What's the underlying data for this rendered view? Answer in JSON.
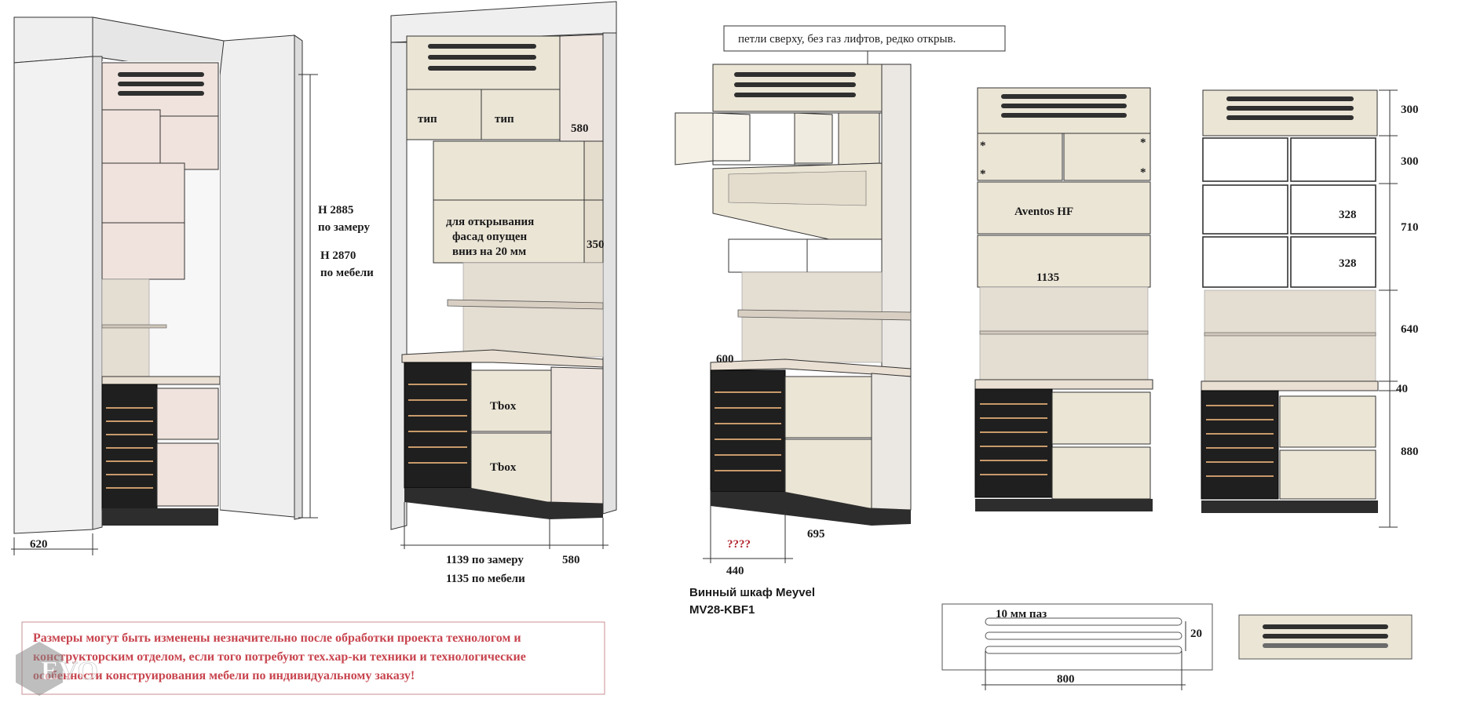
{
  "colors": {
    "facade": "#f0e3dd",
    "facade_dark": "#e2d3cc",
    "panel": "#ebe7e2",
    "panel_side": "#dcd6cf",
    "cream": "#ebe5d6",
    "cream_side": "#ddd6c4",
    "stone": "#e4ddd2",
    "counter": "#e9dfd2",
    "plinth": "#2d2d2d",
    "wine_body": "#1f1f1f",
    "wine_shelf": "#c89a6a",
    "vent": "#2f2f2f",
    "line": "#333333",
    "warning_text": "#c8454f",
    "question": "#b3262f"
  },
  "view1": {
    "dim_width": "620",
    "height_measure": "H 2885",
    "height_measure_note": "по замеру",
    "height_furniture": "H 2870",
    "height_furniture_note": "по мебели"
  },
  "view2": {
    "label_tip_left": "тип",
    "label_tip_right": "тип",
    "dim_580_top": "580",
    "note_line1": "для открывания",
    "note_line2": "фасад опущен",
    "note_line3": "вниз на 20 мм",
    "dim_350": "350",
    "tbox_top": "Tbox",
    "tbox_bottom": "Tbox",
    "dim_measure": "1139 по замеру",
    "dim_furniture": "1135 по мебели",
    "dim_580_bottom": "580"
  },
  "view3": {
    "callout": "петли сверху, без газ лифтов, редко открыв.",
    "dim_600": "600",
    "question_marks": "????",
    "dim_695": "695",
    "dim_440": "440",
    "wine_label_line1": "Винный шкаф Meyvel",
    "wine_label_line2": "MV28-KBF1"
  },
  "view4": {
    "star": "*",
    "aventos_label": "Aventos HF",
    "dim_1135": "1135"
  },
  "view5": {
    "dim_300_a": "300",
    "dim_300_b": "300",
    "dim_710": "710",
    "dim_328_a": "328",
    "dim_328_b": "328",
    "dim_640": "640",
    "dim_40": "40",
    "dim_880": "880"
  },
  "vent_detail": {
    "groove_label": "10 мм паз",
    "dim_20": "20",
    "dim_800": "800"
  },
  "warning": {
    "line1": "Размеры могут быть изменены незначительно после обработки проекта технологом и",
    "line2": "конструкторским отделом, если того потребуют тех.хар-ки техники и технологические",
    "line3": "особенности конструирования мебели по индивидуальному заказу!"
  },
  "watermark": {
    "text": "EVO"
  }
}
